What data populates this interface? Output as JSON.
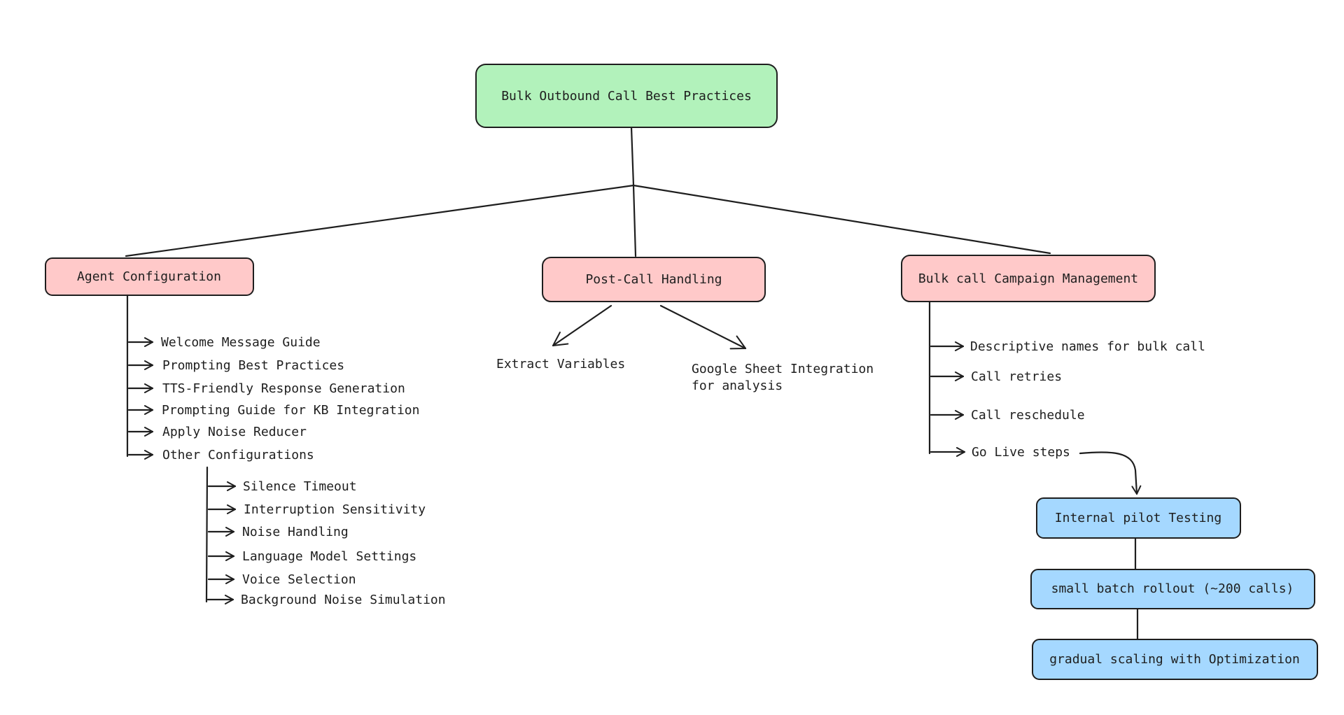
{
  "colors": {
    "root_fill": "#b2f2bb",
    "branch_fill": "#ffc9c9",
    "step_fill": "#a5d8ff",
    "stroke": "#1e1e1e",
    "background": "#ffffff"
  },
  "root": {
    "label": "Bulk Outbound Call Best Practices"
  },
  "branches": {
    "agent": {
      "label": "Agent Configuration",
      "items": [
        "Welcome Message Guide",
        "Prompting Best Practices",
        "TTS-Friendly Response Generation",
        "Prompting Guide for KB Integration",
        "Apply Noise Reducer",
        "Other Configurations"
      ],
      "other_items": [
        "Silence Timeout",
        "Interruption Sensitivity",
        "Noise Handling",
        "Language Model Settings",
        "Voice Selection",
        "Background Noise Simulation"
      ]
    },
    "postcall": {
      "label": "Post-Call Handling",
      "items": [
        "Extract Variables"
      ],
      "sheet_line1": "Google Sheet Integration",
      "sheet_line2": "for analysis"
    },
    "campaign": {
      "label": "Bulk call Campaign Management",
      "items": [
        "Descriptive names for bulk call",
        "Call retries",
        "Call reschedule",
        "Go Live steps"
      ],
      "golive_steps": [
        "Internal pilot Testing",
        "small batch rollout (~200 calls)",
        "gradual scaling with Optimization"
      ]
    }
  }
}
